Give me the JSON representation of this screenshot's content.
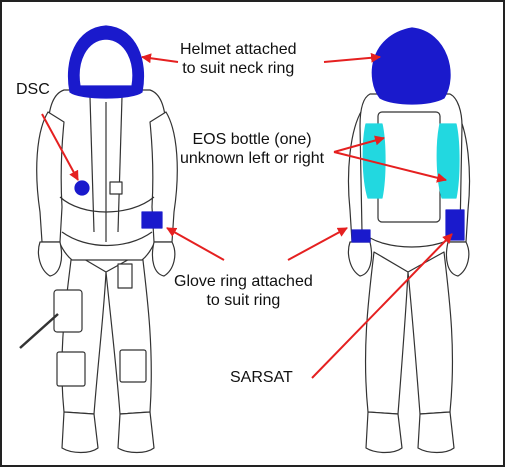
{
  "labels": {
    "helmet": [
      "Helmet attached",
      "to suit neck ring"
    ],
    "dsc": "DSC",
    "eos": [
      "EOS bottle (one)",
      "unknown left or right"
    ],
    "glove": [
      "Glove ring attached",
      "to suit ring"
    ],
    "sarsat": "SARSAT"
  },
  "colors": {
    "helmet": "#1a1acc",
    "eos_bottle": "#22d8e0",
    "arrow": "#e52020",
    "line_art": "#333333"
  },
  "icons": [
    "front-suit-drawing",
    "back-suit-drawing",
    "arrowheads"
  ]
}
